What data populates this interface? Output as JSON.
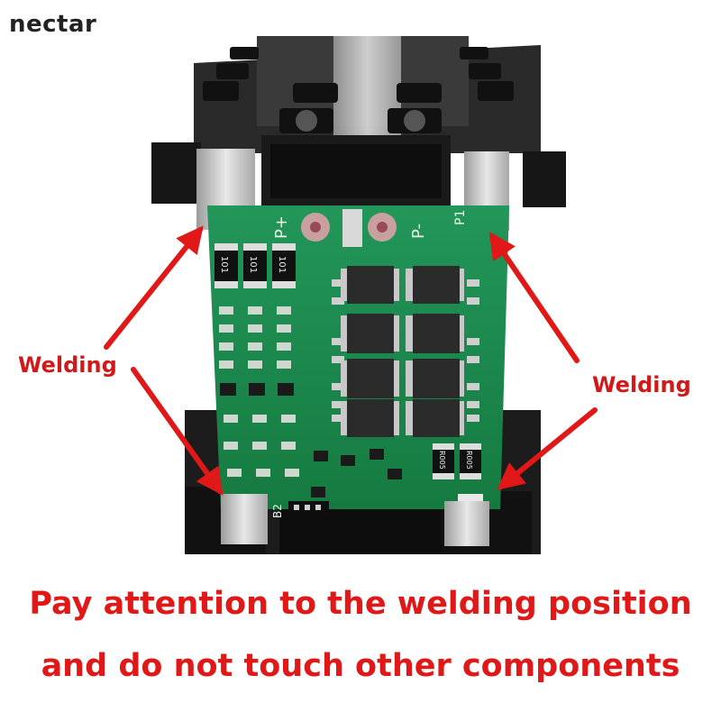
{
  "brand": {
    "name": "nectar"
  },
  "labels": {
    "left": "Welding",
    "right": "Welding"
  },
  "caption": {
    "line1": "Pay attention to the welding position",
    "line2": "and do not touch other components"
  },
  "board": {
    "pad_left": "P+",
    "pad_right": "P-",
    "pad_far_right": "P1",
    "pad_bottom_left": "B2",
    "resistor_code": "101",
    "shunt_code": "R005"
  },
  "colors": {
    "arrow": "#e01818",
    "pcb": "#1f8a4c",
    "holder": "#1b1b1b",
    "nickel": "#c9c9c9"
  }
}
